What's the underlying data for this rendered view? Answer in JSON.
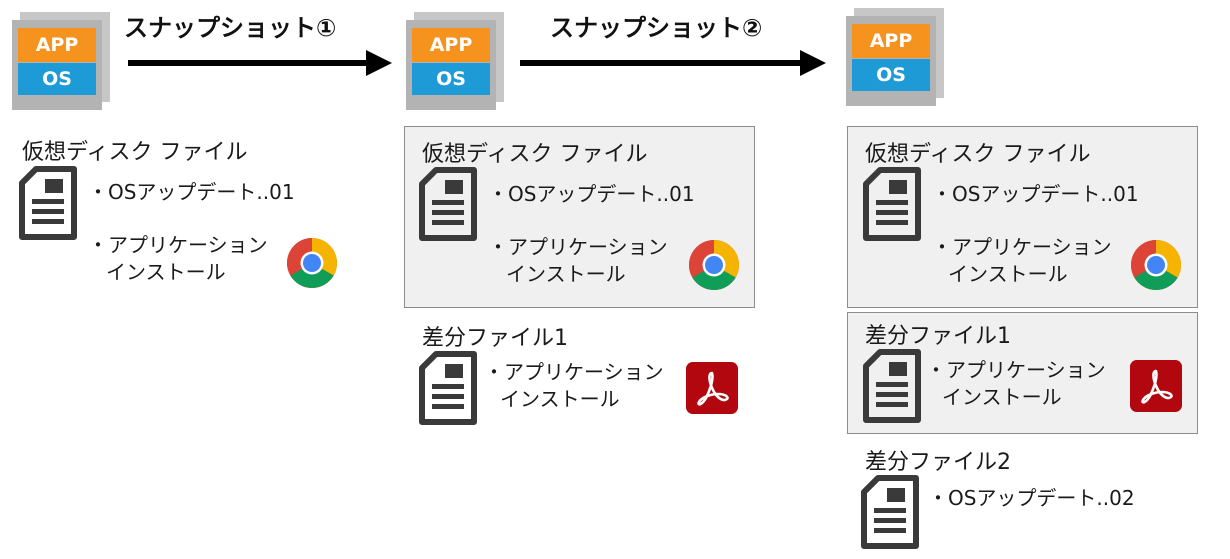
{
  "arrows": [
    {
      "label": "スナップショット①"
    },
    {
      "label": "スナップショット②"
    }
  ],
  "vm": {
    "app_label": "APP",
    "os_label": "OS"
  },
  "stage1": {
    "disk": {
      "title": "仮想ディスク ファイル",
      "item1": "・OSアップデート..01",
      "item2_line1": "・アプリケーション",
      "item2_line2": "インストール"
    }
  },
  "stage2": {
    "disk": {
      "title": "仮想ディスク ファイル",
      "item1": "・OSアップデート..01",
      "item2_line1": "・アプリケーション",
      "item2_line2": "インストール"
    },
    "diff1": {
      "title": "差分ファイル1",
      "item1_line1": "・アプリケーション",
      "item1_line2": "インストール"
    }
  },
  "stage3": {
    "disk": {
      "title": "仮想ディスク ファイル",
      "item1": "・OSアップデート..01",
      "item2_line1": "・アプリケーション",
      "item2_line2": "インストール"
    },
    "diff1": {
      "title": "差分ファイル1",
      "item1_line1": "・アプリケーション",
      "item1_line2": "インストール"
    },
    "diff2": {
      "title": "差分ファイル2",
      "item1": "・OSアップデート..02"
    }
  },
  "colors": {
    "app": "#f6921e",
    "os": "#1e9ad6",
    "pdf": "#b3070f",
    "panel_bg": "#f0f0f0",
    "panel_border": "#8c8c8c"
  },
  "icons": [
    "document-icon",
    "chrome-icon",
    "pdf-icon",
    "vm-icon"
  ]
}
